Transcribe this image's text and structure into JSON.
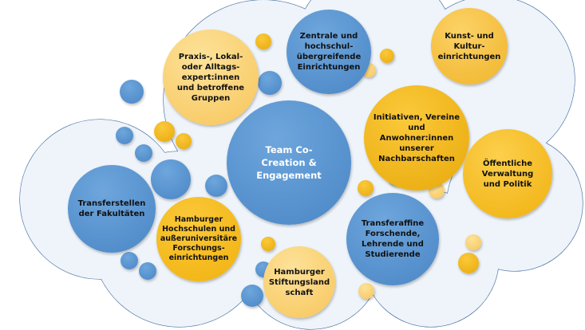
{
  "title": "Team Co-Creation & Engagement",
  "nodes": {
    "center": "Team Co-Creation & Engagement",
    "zentrale": "Zentrale und hochschul-übergreifende Einrichtungen",
    "kunst": "Kunst- und Kultur-einrichtungen",
    "praxis": "Praxis-, Lokal- oder Alltags-expert:innen und betroffene Gruppen",
    "initiativen": "Initiativen, Vereine und Anwohner:innen unserer Nachbarschaften",
    "verwaltung": "Öffentliche Verwaltung und Politik",
    "transferstellen": "Transferstellen der Fakultäten",
    "hochschulen": "Hamburger Hochschulen und außeruniversitäre Forschungs-einrichtungen",
    "transferaffine": "Transferaffine Forschende, Lehrende und Studierende",
    "stiftung": "Hamburger Stiftungsland schaft"
  },
  "colors": {
    "blue": "#5b9bd5",
    "yellow": "#f2b10e",
    "light_yellow": "#fbd583",
    "cloud_fill": "#eef4fa",
    "cloud_stroke": "#4a6fa0"
  }
}
